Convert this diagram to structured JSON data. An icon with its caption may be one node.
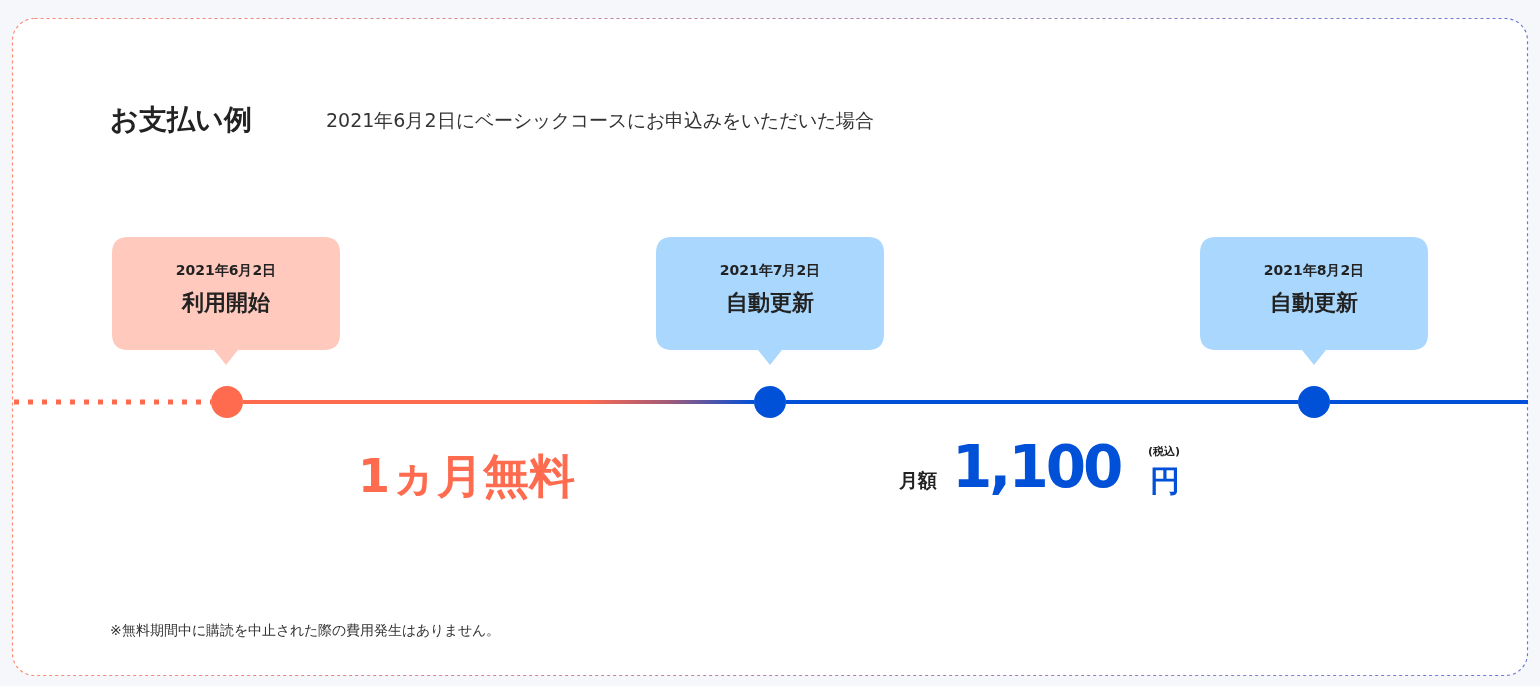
{
  "diagram": {
    "title": "お支払い例",
    "nodes": [
      {
        "text": [
          "2021年6月2日",
          "利用開始"
        ]
      },
      {
        "text": [
          "2021年7月2日",
          "自動更新"
        ]
      },
      {
        "text": [
          "2021年8月2日",
          "自動更新"
        ]
      },
      {
        "text": [],
        "shape": "circle"
      },
      {
        "text": [],
        "shape": "circle"
      },
      {
        "text": [],
        "shape": "circle"
      }
    ],
    "edges": [
      {
        "from": null,
        "to": 3,
        "arrow": "none",
        "style": "dashed",
        "color": "#ff6b4f"
      },
      {
        "from": 3,
        "to": 4,
        "arrow": "none",
        "color": "#ff6b4f"
      },
      {
        "from": 4,
        "to": 5,
        "arrow": "none",
        "color": "#0050d8"
      },
      {
        "from": 5,
        "to": null,
        "arrow": "none",
        "color": "#0050d8"
      }
    ],
    "labels": [
      "2021年6月2日にベーシックコースにお申込みをいただいた場合",
      "1ヵ月無料",
      "月額",
      "1,100",
      "(税込)",
      "円",
      "※無料期間中に購読を中止された際の費用発生はありません。"
    ]
  }
}
